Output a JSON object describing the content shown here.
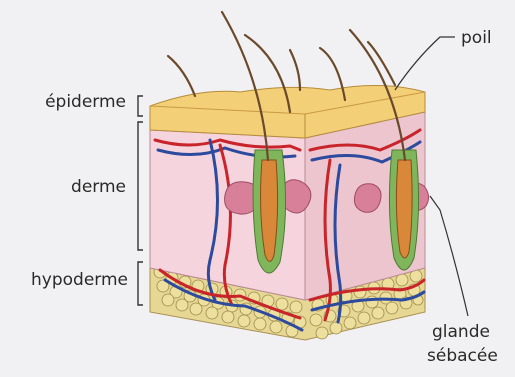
{
  "labels": {
    "epiderme": "épiderme",
    "derme": "derme",
    "hypoderme": "hypoderme",
    "poil": "poil",
    "glande_line1": "glande",
    "glande_line2": "sébacée"
  },
  "colors": {
    "epidermis": "#f3cf78",
    "dermis": "#f5d4dd",
    "dermis_side": "#ecc5cf",
    "fat": "#e6d795",
    "artery": "#c8242a",
    "vein": "#2c4a9e",
    "gland": "#d87f9a",
    "hair": "#6b4a2b",
    "follicle": "#7fb65c"
  }
}
